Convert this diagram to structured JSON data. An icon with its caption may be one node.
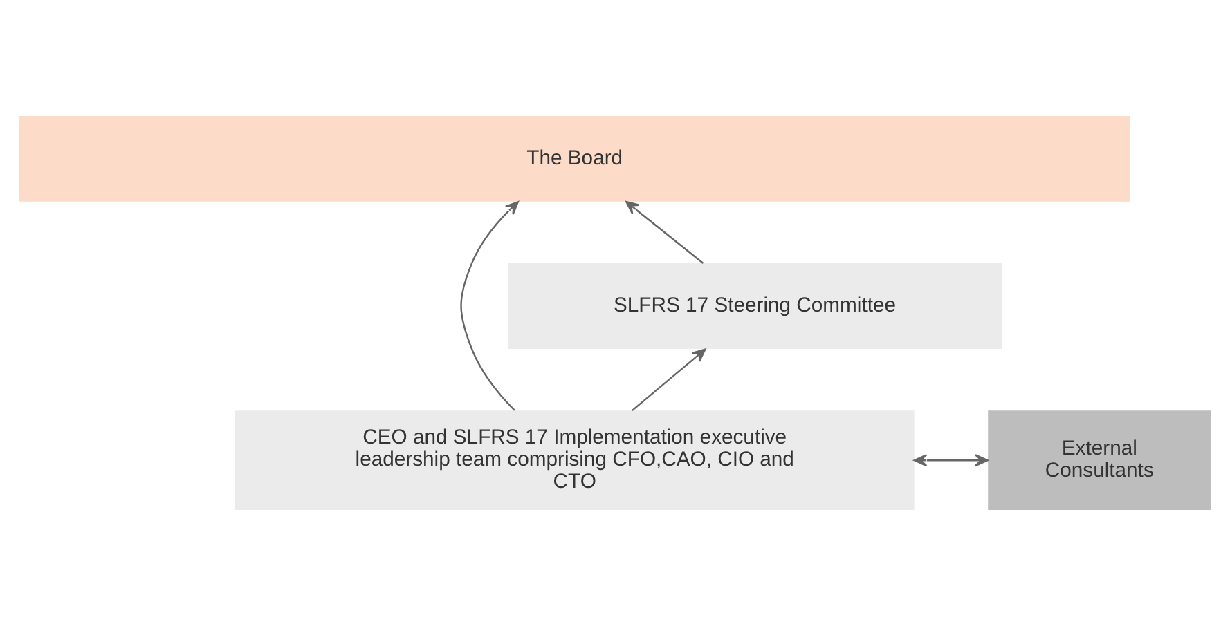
{
  "diagram": {
    "nodes": [
      {
        "text": [
          "The Board"
        ]
      },
      {
        "text": [
          "SLFRS 17 Steering Committee"
        ]
      },
      {
        "text": [
          "CEO and SLFRS 17 Implementation executive leadership team comprising CFO,CAO, CIO and CTO"
        ]
      },
      {
        "text": [
          "External Consultants"
        ]
      }
    ],
    "edges": [
      {
        "from": 2,
        "to": 0,
        "arrow": "to"
      },
      {
        "from": 1,
        "to": 0,
        "arrow": "to"
      },
      {
        "from": 2,
        "to": 1,
        "arrow": "to"
      },
      {
        "from": 2,
        "to": 3,
        "arrow": "both"
      }
    ]
  }
}
